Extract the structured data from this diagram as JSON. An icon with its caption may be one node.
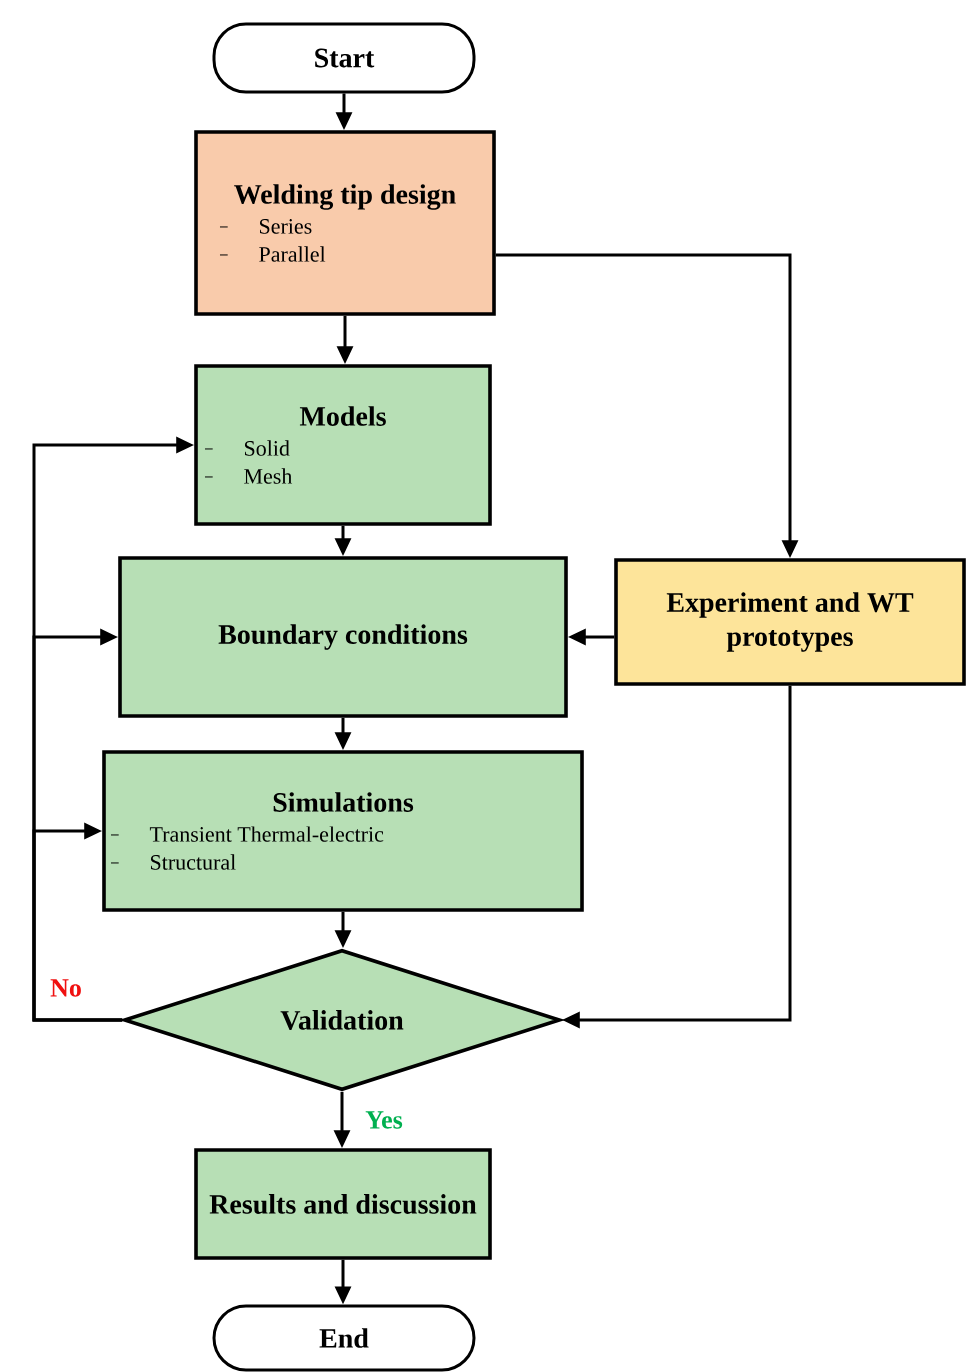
{
  "diagram": {
    "nodes": [
      {
        "text": [
          "Start"
        ]
      },
      {
        "text": [
          "Welding tip design",
          "Series",
          "Parallel"
        ]
      },
      {
        "text": [
          "Models",
          "Solid",
          "Mesh"
        ]
      },
      {
        "text": [
          "Boundary conditions"
        ]
      },
      {
        "text": [
          "Experiment and WT prototypes"
        ]
      },
      {
        "text": [
          "Simulations",
          "Transient Thermal-electric",
          "Structural"
        ]
      },
      {
        "text": [
          "Validation"
        ]
      },
      {
        "text": [
          "Results and discussion"
        ]
      },
      {
        "text": [
          "End"
        ]
      }
    ],
    "edges": [
      {
        "from": 0,
        "to": 1,
        "arrow": "to"
      },
      {
        "from": 1,
        "to": 2,
        "arrow": "to"
      },
      {
        "from": 1,
        "to": 4,
        "arrow": "to"
      },
      {
        "from": 2,
        "to": 3,
        "arrow": "to"
      },
      {
        "from": 4,
        "to": 3,
        "arrow": "to"
      },
      {
        "from": 3,
        "to": 5,
        "arrow": "to"
      },
      {
        "from": 5,
        "to": 6,
        "arrow": "to"
      },
      {
        "from": 4,
        "to": 6,
        "arrow": "to"
      },
      {
        "from": 6,
        "to": 2,
        "arrow": "to",
        "label": "No"
      },
      {
        "from": 6,
        "to": 3,
        "arrow": "to"
      },
      {
        "from": 6,
        "to": 5,
        "arrow": "to"
      },
      {
        "from": 6,
        "to": 7,
        "arrow": "to",
        "label": "Yes"
      },
      {
        "from": 7,
        "to": 8,
        "arrow": "to"
      }
    ]
  }
}
